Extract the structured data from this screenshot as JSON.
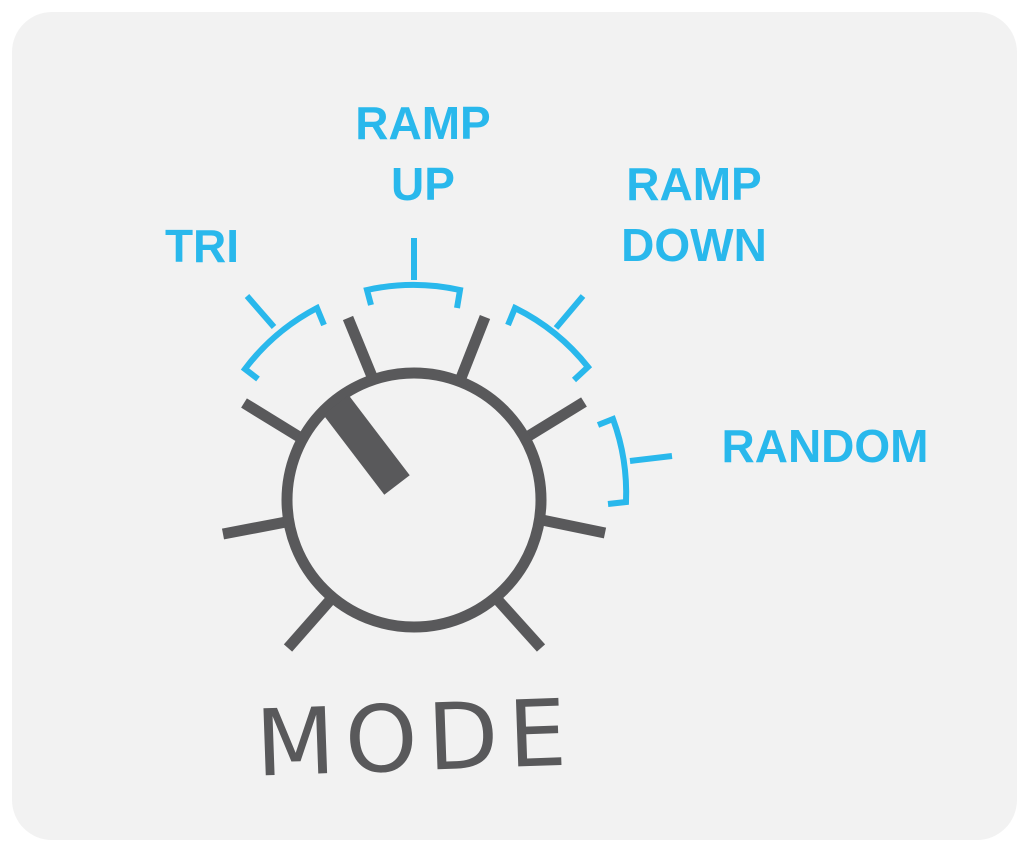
{
  "colors": {
    "panel_bg": "#f2f2f2",
    "knob": "#59595b",
    "accent": "#29b8ec"
  },
  "knob": {
    "label": "MODE",
    "selected_mode_index": 0
  },
  "modes": [
    {
      "id": "tri",
      "lines": [
        "TRI"
      ]
    },
    {
      "id": "ramp-up",
      "lines": [
        "RAMP",
        "UP"
      ]
    },
    {
      "id": "ramp-down",
      "lines": [
        "RAMP",
        "DOWN"
      ]
    },
    {
      "id": "random",
      "lines": [
        "RANDOM"
      ]
    }
  ]
}
